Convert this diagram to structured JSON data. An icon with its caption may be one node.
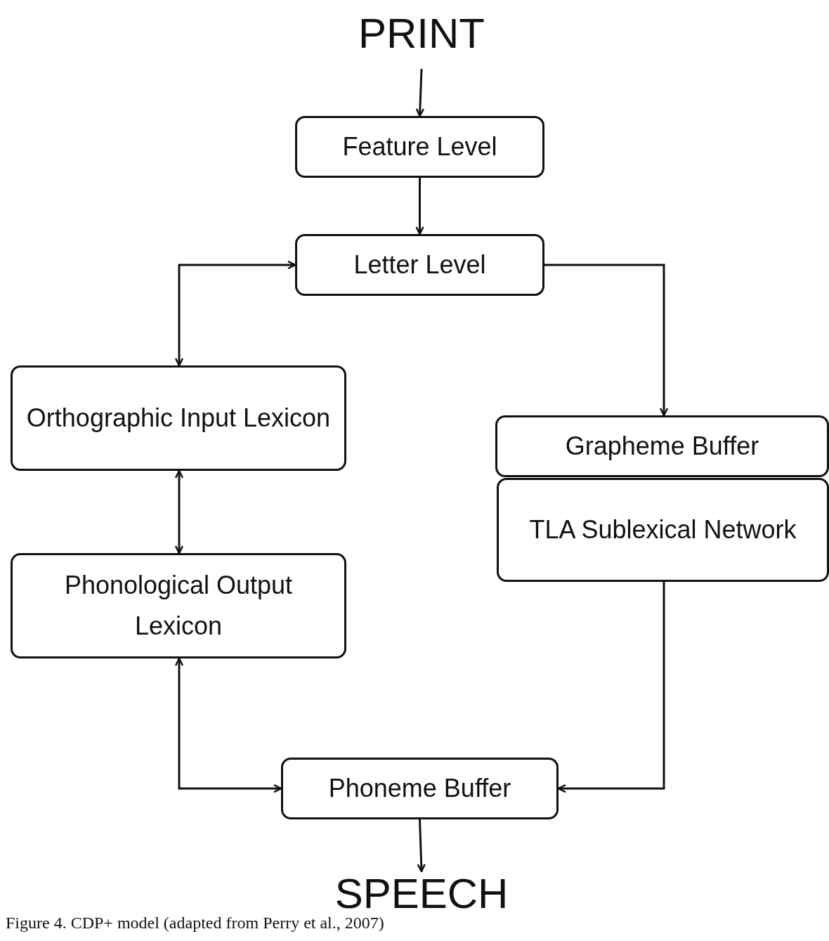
{
  "diagram": {
    "caption": "Figure 4. CDP+ model (adapted from Perry et al., 2007)",
    "nodes": [
      {
        "text": [
          "PRINT"
        ]
      },
      {
        "text": [
          "Feature Level"
        ]
      },
      {
        "text": [
          "Letter Level"
        ]
      },
      {
        "text": [
          "Orthographic Input Lexicon"
        ]
      },
      {
        "text": [
          "Grapheme Buffer"
        ]
      },
      {
        "text": [
          "TLA Sublexical Network"
        ]
      },
      {
        "text": [
          "Phonological Output Lexicon"
        ]
      },
      {
        "text": [
          "Phoneme Buffer"
        ]
      },
      {
        "text": [
          "SPEECH"
        ]
      }
    ],
    "edges": [
      {
        "from": 0,
        "to": 1,
        "arrow": "to"
      },
      {
        "from": 1,
        "to": 2,
        "arrow": "to"
      },
      {
        "from": 2,
        "to": 3,
        "arrow": "both"
      },
      {
        "from": 2,
        "to": 4,
        "arrow": "to"
      },
      {
        "from": 3,
        "to": 6,
        "arrow": "both"
      },
      {
        "from": 5,
        "to": 7,
        "arrow": "to"
      },
      {
        "from": 6,
        "to": 7,
        "arrow": "both"
      },
      {
        "from": 7,
        "to": 8,
        "arrow": "to"
      }
    ]
  }
}
